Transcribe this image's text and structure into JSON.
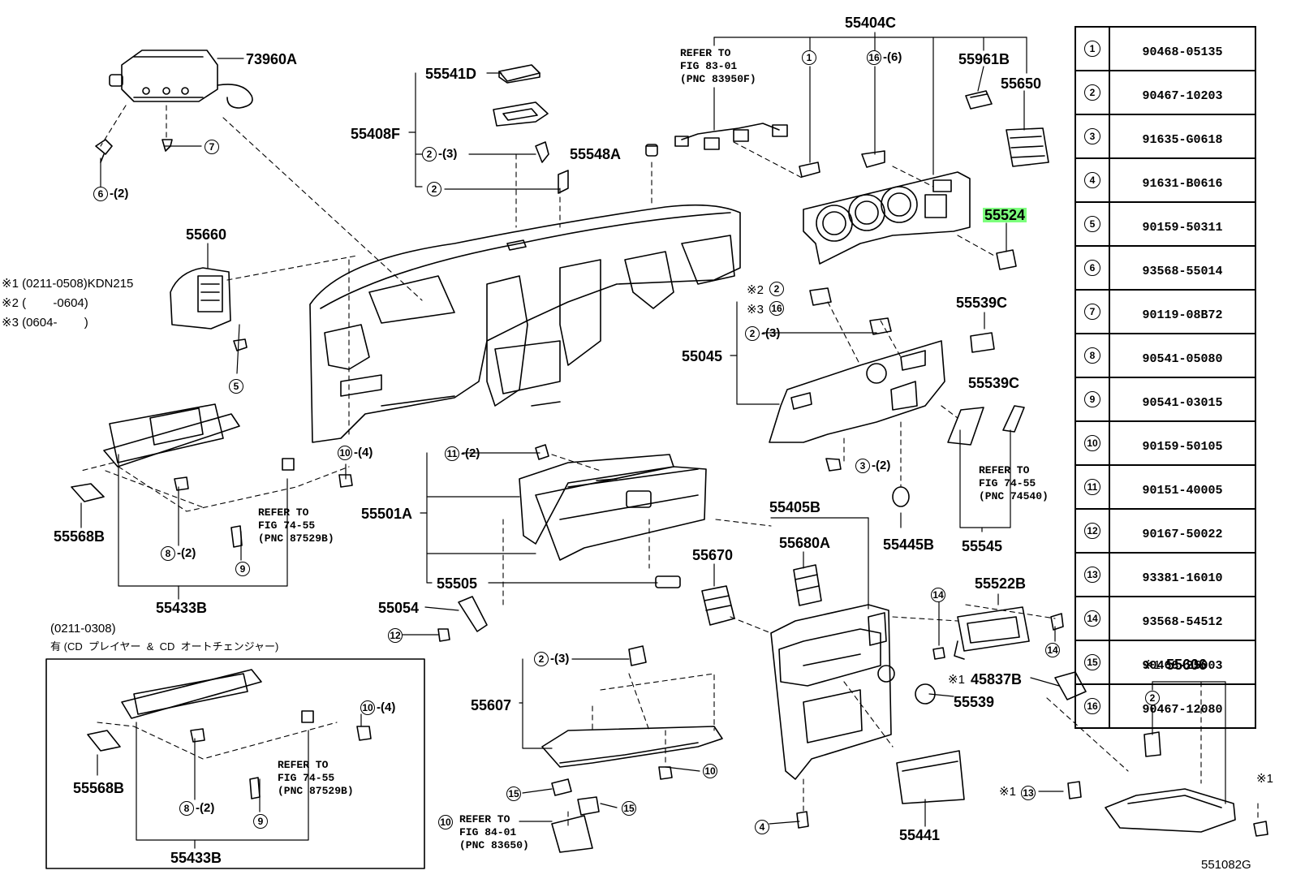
{
  "diagram_code": "551082G",
  "highlighted_part": "55524",
  "labels": {
    "p73960A": "73960A",
    "p55541D": "55541D",
    "p55408F": "55408F",
    "p55548A": "55548A",
    "p55404C": "55404C",
    "p55961B": "55961B",
    "p55650": "55650",
    "p55524": "55524",
    "p55660": "55660",
    "p55539C_a": "55539C",
    "p55539C_b": "55539C",
    "p55045": "55045",
    "p55568B_a": "55568B",
    "p55433B_a": "55433B",
    "p55501A": "55501A",
    "p55505": "55505",
    "p55054": "55054",
    "p55405B": "55405B",
    "p55670": "55670",
    "p55680A": "55680A",
    "p55445B": "55445B",
    "p55545": "55545",
    "p55522B": "55522B",
    "p45837B": "45837B",
    "p55539": "55539",
    "p55606": "55606",
    "p55607": "55607",
    "p55441": "55441",
    "p55568B_b": "55568B",
    "p55433B_b": "55433B"
  },
  "refs": {
    "r1": "REFER TO\nFIG 83-01\n(PNC 83950F)",
    "r2": "REFER TO\nFIG 74-55\n(PNC 87529B)",
    "r3": "REFER TO\nFIG 74-55\n(PNC 74540)",
    "r4": "REFER TO\nFIG 74-55\n(PNC 87529B)",
    "r5": "REFER TO\nFIG 84-01\n(PNC 83650)"
  },
  "notes": {
    "n1": "※1 (0211-0508)KDN215",
    "n2": "※2 (        -0604)",
    "n3": "※3 (0604-        )",
    "inset_date": "(0211-0308)",
    "inset_desc": "有 (CD  プレイヤー  &  CD  オートチェンジャー)",
    "mark1": "※1",
    "mark2": "※2",
    "mark3": "※3"
  },
  "callouts": [
    {
      "n": "7",
      "suffix": ""
    },
    {
      "n": "6",
      "suffix": "-(2)"
    },
    {
      "n": "2",
      "suffix": "-(3)"
    },
    {
      "n": "2",
      "suffix": ""
    },
    {
      "n": "1",
      "suffix": ""
    },
    {
      "n": "16",
      "suffix": "-(6)"
    },
    {
      "n": "5",
      "suffix": ""
    },
    {
      "n": "2",
      "suffix": ""
    },
    {
      "n": "16",
      "suffix": ""
    },
    {
      "n": "2",
      "suffix": "-(3)"
    },
    {
      "n": "10",
      "suffix": "-(4)"
    },
    {
      "n": "11",
      "suffix": "-(2)"
    },
    {
      "n": "3",
      "suffix": "-(2)"
    },
    {
      "n": "8",
      "suffix": "-(2)"
    },
    {
      "n": "9",
      "suffix": ""
    },
    {
      "n": "12",
      "suffix": ""
    },
    {
      "n": "14",
      "suffix": ""
    },
    {
      "n": "14",
      "suffix": ""
    },
    {
      "n": "13",
      "suffix": ""
    },
    {
      "n": "2",
      "suffix": ""
    },
    {
      "n": "10",
      "suffix": ""
    },
    {
      "n": "2",
      "suffix": "-(3)"
    },
    {
      "n": "10",
      "suffix": ""
    },
    {
      "n": "15",
      "suffix": ""
    },
    {
      "n": "15",
      "suffix": ""
    },
    {
      "n": "4",
      "suffix": ""
    },
    {
      "n": "10",
      "suffix": "-(4)"
    },
    {
      "n": "8",
      "suffix": "-(2)"
    },
    {
      "n": "9",
      "suffix": ""
    }
  ],
  "parts_table": [
    {
      "idx": "1",
      "pn": "90468-05135"
    },
    {
      "idx": "2",
      "pn": "90467-10203"
    },
    {
      "idx": "3",
      "pn": "91635-G0618"
    },
    {
      "idx": "4",
      "pn": "91631-B0616"
    },
    {
      "idx": "5",
      "pn": "90159-50311"
    },
    {
      "idx": "6",
      "pn": "93568-55014"
    },
    {
      "idx": "7",
      "pn": "90119-08B72"
    },
    {
      "idx": "8",
      "pn": "90541-05080"
    },
    {
      "idx": "9",
      "pn": "90541-03015"
    },
    {
      "idx": "10",
      "pn": "90159-50105"
    },
    {
      "idx": "11",
      "pn": "90151-40005"
    },
    {
      "idx": "12",
      "pn": "90167-50022"
    },
    {
      "idx": "13",
      "pn": "93381-16010"
    },
    {
      "idx": "14",
      "pn": "93568-54512"
    },
    {
      "idx": "15",
      "pn": "90468-25003"
    },
    {
      "idx": "16",
      "pn": "90467-12080"
    }
  ]
}
